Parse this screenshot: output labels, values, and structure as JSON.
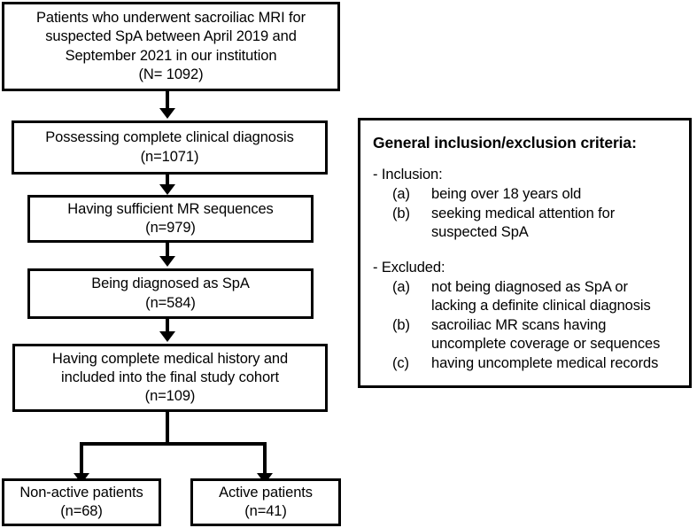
{
  "flow": {
    "nodes": [
      {
        "id": "enrolled",
        "lines": [
          "Patients who underwent sacroiliac MRI for",
          "suspected SpA between April 2019 and",
          "September 2021 in our institution",
          "(N= 1092)"
        ],
        "count_label": "(N= 1092)",
        "count": 1092
      },
      {
        "id": "complete-diagnosis",
        "lines": [
          "Possessing complete clinical diagnosis",
          "(n=1071)"
        ],
        "count_label": "(n=1071)",
        "count": 1071
      },
      {
        "id": "sufficient-sequences",
        "lines": [
          "Having sufficient MR sequences",
          "(n=979)"
        ],
        "count_label": "(n=979)",
        "count": 979
      },
      {
        "id": "diagnosed-spa",
        "lines": [
          "Being diagnosed as SpA",
          "(n=584)"
        ],
        "count_label": "(n=584)",
        "count": 584
      },
      {
        "id": "final-cohort",
        "lines": [
          "Having complete medical history and",
          "included into the final study cohort",
          "(n=109)"
        ],
        "count_label": "(n=109)",
        "count": 109
      }
    ],
    "outcomes": [
      {
        "id": "non-active",
        "lines": [
          "Non-active patients",
          "(n=68)"
        ],
        "count_label": "(n=68)",
        "count": 68
      },
      {
        "id": "active",
        "lines": [
          "Active patients",
          "(n=41)"
        ],
        "count_label": "(n=41)",
        "count": 41
      }
    ]
  },
  "criteria": {
    "title": "General inclusion/exclusion criteria:",
    "groups": [
      {
        "heading": "- Inclusion:",
        "items": [
          {
            "label": "(a)",
            "lines": [
              "being over 18 years old"
            ]
          },
          {
            "label": "(b)",
            "lines": [
              "seeking medical attention for",
              "suspected SpA"
            ]
          }
        ]
      },
      {
        "heading": "- Excluded:",
        "items": [
          {
            "label": "(a)",
            "lines": [
              "not being diagnosed as SpA or",
              "lacking a definite clinical diagnosis"
            ]
          },
          {
            "label": "(b)",
            "lines": [
              " sacroiliac MR scans having",
              "uncomplete coverage or sequences"
            ]
          },
          {
            "label": "(c)",
            "lines": [
              "having uncomplete medical records"
            ]
          }
        ]
      }
    ]
  },
  "colors": {
    "stroke": "#000000",
    "background": "#ffffff",
    "text": "#000000"
  }
}
